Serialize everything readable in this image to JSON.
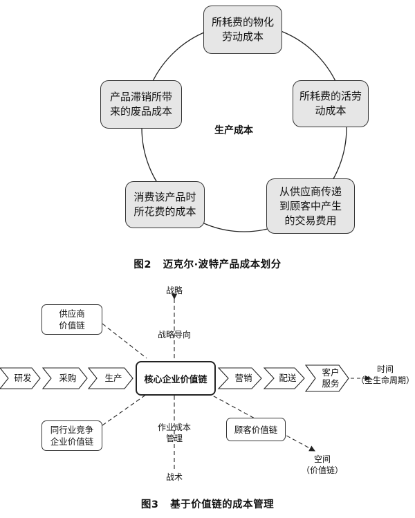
{
  "figure2": {
    "center_label": "生产成本",
    "nodes": [
      "所耗费的物化\n劳动成本",
      "所耗费的活劳\n动成本",
      "从供应商传递\n到顾客中产生\n的交易费用",
      "消费该产品时\n所花费的成本",
      "产品滞销所带\n来的废品成本"
    ],
    "caption": "图2   迈克尔·波特产品成本划分"
  },
  "figure3": {
    "core": "核心企业价值链",
    "left_chain": [
      "研发",
      "采购",
      "生产"
    ],
    "right_chain": [
      "营销",
      "配送",
      "客户\n服务"
    ],
    "boxes": {
      "supplier": "供应商\n价值链",
      "peer": "同行业竞争\n企业价值链",
      "customer": "顾客价值链"
    },
    "labels": {
      "strategy": "战略",
      "strategy_orientation": "战略导向",
      "time": "时间\n（全生命周期）",
      "operation_cost": "作业成本\n管理",
      "tactics": "战术",
      "space": "空间\n（价值链）"
    },
    "caption": "图3   基于价值链的成本管理"
  }
}
